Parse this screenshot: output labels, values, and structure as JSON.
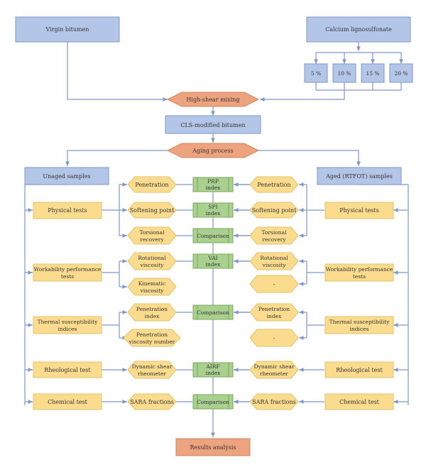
{
  "nodes": {
    "virgin": "Virgin bitumen",
    "cls": "Calcium lignosulfonate",
    "p5": "5 %",
    "p10": "10 %",
    "p15": "15 %",
    "p20": "20 %",
    "mixing": "High-shear mixing",
    "modified": "CLS-modified bitumen",
    "aging": "Aging process",
    "unaged": "Unaged samples",
    "aged": "Aged (RTFOT) samples",
    "phys_l": "Physical tests",
    "phys_r": "Physical tests",
    "work_l": [
      "Workability performance",
      "tests"
    ],
    "work_r": [
      "Workability performance",
      "tests"
    ],
    "therm_l": [
      "Thermal susceptibility",
      "indices"
    ],
    "therm_r": [
      "Thermal susceptibility",
      "indices"
    ],
    "rheo_l": "Rheological test",
    "rheo_r": "Rheological test",
    "chem_l": "Chemical test",
    "chem_r": "Chemical test",
    "pen_l": "Penetration",
    "pen_r": "Penetration",
    "soft_l": "Softening point",
    "soft_r": "Softening point",
    "tors_l": [
      "Torsional",
      "recovery"
    ],
    "tors_r": [
      "Torsional",
      "recovery"
    ],
    "rot_l": [
      "Rotational",
      "viscosity"
    ],
    "rot_r": [
      "Rotational",
      "viscosity"
    ],
    "kin_l": [
      "Kinematic",
      "viscosity"
    ],
    "dash_1": "-",
    "pi_l": [
      "Penetration",
      "index"
    ],
    "pi_r": [
      "Penetration",
      "index"
    ],
    "pvn_l": [
      "Penetration",
      "viscosity number"
    ],
    "dash_2": "-",
    "dsr_l": [
      "Dynamic shear",
      "rheometer"
    ],
    "dsr_r": [
      "Dynamic shear",
      "rheometer"
    ],
    "sara_l": "SARA fractions",
    "sara_r": "SARA fractions",
    "prp": [
      "PRP",
      "index"
    ],
    "spi": [
      "SPI",
      "index"
    ],
    "cmp1": "Comparison",
    "vai": [
      "VAI",
      "index"
    ],
    "cmp2": "Comparison",
    "airf": [
      "AIRF",
      "index"
    ],
    "cmp3": "Comparison",
    "results": "Results analysis"
  },
  "colors": {
    "blue": "#b4c6e7",
    "yellow": "#fbdc8e",
    "orange": "#eda47e",
    "green": "#a9d08e",
    "connector": "#7f96c9"
  }
}
